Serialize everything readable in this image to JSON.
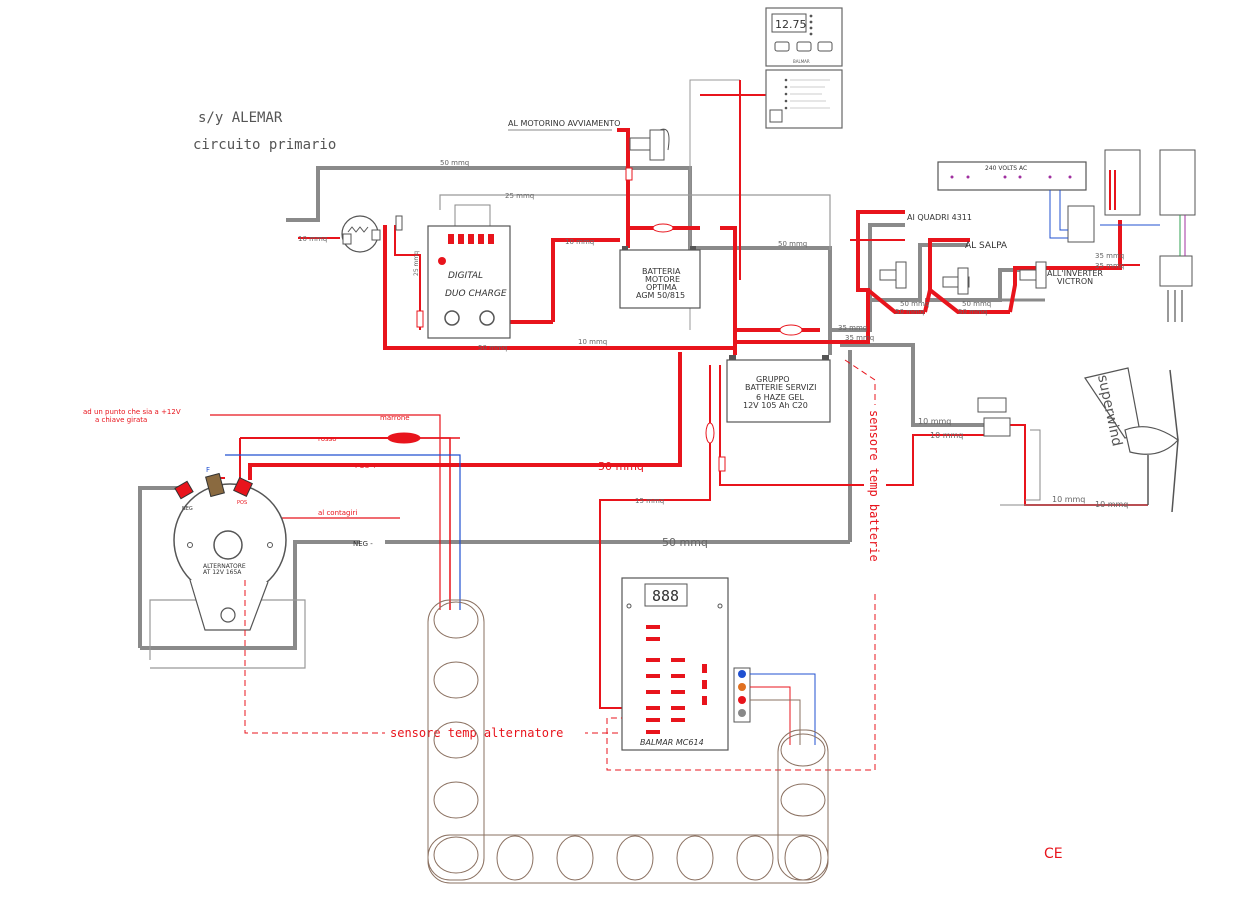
{
  "title": {
    "line1": "s/y ALEMAR",
    "line2": "circuito primario"
  },
  "labels": {
    "starter": "AL MOTORINO AVVIAMENTO",
    "quadri": "AI QUADRI 4311",
    "salpa": "AL SALPA",
    "inverter_1": "ALL'INVERTER",
    "inverter_2": "VICTRON",
    "ignition_1": "ad un punto che sia a +12V",
    "ignition_2": "a chiave girata",
    "marrone": "marrone",
    "rosso": "rosso",
    "pos": "POS +",
    "neg": "NEG -",
    "contagiri": "al contagiri",
    "pos_term": "POS",
    "neg_term": "NEG",
    "field_term": "F"
  },
  "cables": {
    "c50_top": "50 mmq",
    "c50_engine": "50 mmq",
    "c50_main": "50 mmq",
    "c50_neg": "50 mmq",
    "c50_dc": "50 mmq",
    "c10_left": "10 mmq",
    "c10_mid": "10 mmq",
    "c10_bat": "10 mmq",
    "c25": "25 mmq",
    "c35_a": "35 mmq",
    "c35_b": "35 mmq",
    "c50_s1": "50 mmq",
    "c50_s2": "50 mmq",
    "c50_s3": "50 mmq",
    "c50_s4": "50 mmq",
    "c50_r1": "50 mmq",
    "c50_r2": "50 mmq",
    "c10_w1": "10 mmq",
    "c10_w2": "10 mmq",
    "c10_w3": "10 mmq",
    "c10_w4": "10 mmq",
    "c15": "15 mmq",
    "c35_inv": "35 mmq",
    "c35_inv2": "35 mmq"
  },
  "components": {
    "duo_charge_1": "DIGITAL",
    "duo_charge_2": "DUO CHARGE",
    "engine_batt_1": "BATTERIA",
    "engine_batt_2": "MOTORE",
    "engine_batt_3": "OPTIMA",
    "engine_batt_4": "AGM 50/815",
    "service_batt_1": "GRUPPO",
    "service_batt_2": "BATTERIE SERVIZI",
    "service_batt_3": "6 HAZE GEL",
    "service_batt_4": "12V 105 Ah C20",
    "alternator_1": "ALTERNATORE",
    "alternator_2": "AT 12V 165A",
    "regulator_display": "888",
    "regulator_name": "BALMAR MC614",
    "monitor_display": "12.75",
    "monitor_brand": "BALMAR",
    "ac_panel": "240 VOLTS AC",
    "superwind": "superwind",
    "ce_mark": "CE"
  },
  "sensors": {
    "alternator_temp": "sensore temp alternatore",
    "battery_temp": "sensore temp batterie"
  },
  "colors": {
    "red": "#e8141c",
    "grey": "#8a8a8a",
    "blue": "#2050d0",
    "brown": "#8a7060"
  }
}
